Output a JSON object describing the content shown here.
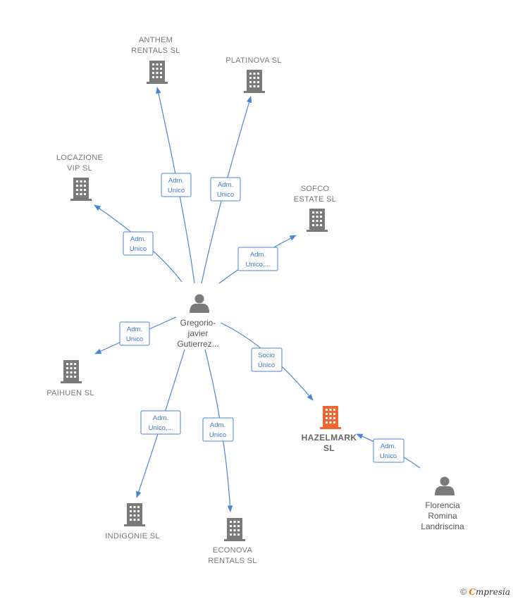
{
  "colors": {
    "building": "#7a7a7a",
    "highlight": "#f26430",
    "edge": "#4a86d6",
    "person": "#7a7a7a"
  },
  "nodes": {
    "anthem": {
      "icon": "building-icon",
      "lines": [
        "ANTHEM",
        "RENTALS  SL"
      ]
    },
    "platinova": {
      "icon": "building-icon",
      "lines": [
        "PLATINOVA  SL"
      ]
    },
    "locazione": {
      "icon": "building-icon",
      "lines": [
        "LOCAZIONE",
        "VIP  SL"
      ]
    },
    "sofco": {
      "icon": "building-icon",
      "lines": [
        "SOFCO",
        "ESTATE  SL"
      ]
    },
    "paihuen": {
      "icon": "building-icon",
      "lines": [
        "PAIHUEN  SL"
      ]
    },
    "hazelmark": {
      "icon": "building-icon",
      "lines": [
        "HAZELMARK",
        "SL"
      ]
    },
    "indigonie": {
      "icon": "building-icon",
      "lines": [
        "INDIGONIE  SL"
      ]
    },
    "econova": {
      "icon": "building-icon",
      "lines": [
        "ECONOVA",
        "RENTALS  SL"
      ]
    },
    "gregorio": {
      "icon": "person-icon",
      "lines": [
        "Gregorio-",
        "javier",
        "Gutierrez..."
      ]
    },
    "florencia": {
      "icon": "person-icon",
      "lines": [
        "Florencia",
        "Romina",
        "Landriscina"
      ]
    }
  },
  "edges": {
    "anthem": [
      "Adm.",
      "Unico"
    ],
    "platinova": [
      "Adm.",
      "Unico"
    ],
    "locazione": [
      "Adm.",
      "Unico"
    ],
    "sofco": [
      "Adm.",
      "Unico,..."
    ],
    "paihuen": [
      "Adm.",
      "Unico"
    ],
    "hazelmark": [
      "Socio",
      "Único"
    ],
    "indigonie": [
      "Adm.",
      "Unico,..."
    ],
    "econova": [
      "Adm.",
      "Unico"
    ],
    "florencia": [
      "Adm.",
      "Unico"
    ]
  },
  "footer": {
    "copyright": "©",
    "brand_first": "C",
    "brand_rest": "mpresia"
  }
}
